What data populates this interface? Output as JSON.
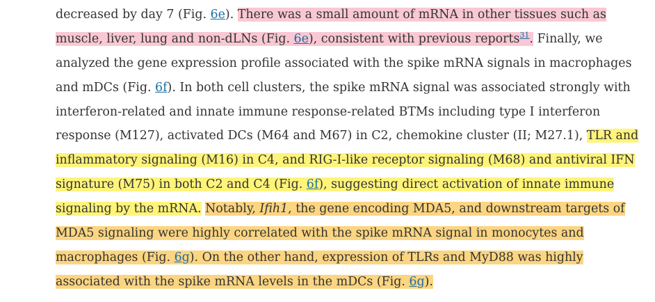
{
  "paragraph": {
    "l1": {
      "t1": "decreased by day 7 (Fig. ",
      "r1": "6e",
      "t2": "). ",
      "h1": "There was a small amount of mRNA in other tissues such as"
    },
    "l2": {
      "h1": "muscle, liver, lung and non-dLNs (Fig. ",
      "r1": "6e",
      "h2": "), consistent with previous reports",
      "cite": "31",
      "h3": ".",
      "t1": " Finally, we"
    },
    "l3": {
      "t1": "analyzed the gene expression profile associated with the spike mRNA signals in macrophages"
    },
    "l4": {
      "t1": "and mDCs (Fig. ",
      "r1": "6f",
      "t2": "). In both cell clusters, the spike mRNA signal was associated strongly with"
    },
    "l5": {
      "t1": "interferon-related and innate immune response-related BTMs including type I interferon"
    },
    "l6": {
      "t1": "response (M127), activated DCs (M64 and M67) in C2, chemokine cluster (II; M27.1), ",
      "h1": "TLR and"
    },
    "l7": {
      "h1": "inflammatory signaling (M16) in C4, and RIG-I-like receptor signaling (M68) and antiviral IFN"
    },
    "l8": {
      "h1": "signature (M75) in both C2 and C4 (Fig. ",
      "r1": "6f",
      "h2": "), suggesting direct activation of innate immune"
    },
    "l9": {
      "h1": "signaling by the mRNA.",
      "t1": " ",
      "o1": "Notably, ",
      "oi": "Ifih1",
      "o2": ", the gene encoding MDA5, and downstream targets of"
    },
    "l10": {
      "o1": "MDA5 signaling were highly correlated with the spike mRNA signal in monocytes and"
    },
    "l11": {
      "o1": "macrophages (Fig. ",
      "r1": "6g",
      "o2": "). On the other hand, expression of TLRs and MyD88 was highly"
    },
    "l12": {
      "o1": "associated with the spike mRNA levels in the mDCs (Fig. ",
      "r1": "6g",
      "o2": ")."
    }
  },
  "colors": {
    "text": "#333333",
    "link": "#1a6ea3",
    "highlight_pink": "#f9c8d4",
    "highlight_yellow": "#fff47a",
    "highlight_orange": "#fcd581"
  }
}
